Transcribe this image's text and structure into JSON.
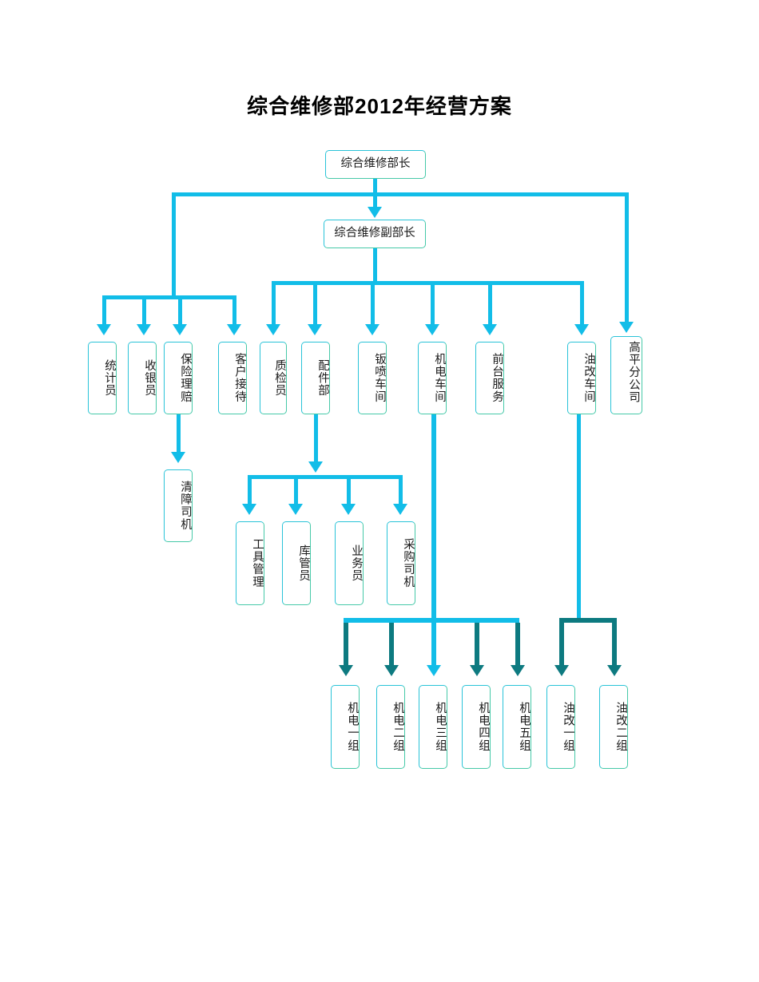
{
  "title": "综合维修部2012年经营方案",
  "colors": {
    "connector_primary": "#12bde8",
    "connector_secondary": "#0d7a80",
    "box_border_left": "#29c3d8",
    "box_border_right": "#46c9a8",
    "text": "#1a1a1a",
    "background": "#ffffff"
  },
  "chart_data": {
    "type": "diagram",
    "diagram_type": "organization-chart",
    "title": "综合维修部2012年经营方案",
    "orientation": "top-down",
    "levels": 4,
    "node_count": 25,
    "nodes": [
      {
        "id": "n1",
        "label": "综合维修部长",
        "level": 0,
        "text_layout": "horizontal"
      },
      {
        "id": "n2",
        "label": "综合维修副部长",
        "level": 1,
        "text_layout": "horizontal"
      },
      {
        "id": "n3",
        "label": "统计员",
        "level": 2,
        "text_layout": "vertical"
      },
      {
        "id": "n4",
        "label": "收银员",
        "level": 2,
        "text_layout": "vertical"
      },
      {
        "id": "n5",
        "label": "保险理赔",
        "level": 2,
        "text_layout": "vertical"
      },
      {
        "id": "n6",
        "label": "客户接待",
        "level": 2,
        "text_layout": "vertical"
      },
      {
        "id": "n7",
        "label": "质检员",
        "level": 2,
        "text_layout": "vertical"
      },
      {
        "id": "n8",
        "label": "配件部",
        "level": 2,
        "text_layout": "vertical"
      },
      {
        "id": "n9",
        "label": "钣喷车间",
        "level": 2,
        "text_layout": "vertical"
      },
      {
        "id": "n10",
        "label": "机电车间",
        "level": 2,
        "text_layout": "vertical"
      },
      {
        "id": "n11",
        "label": "前台服务",
        "level": 2,
        "text_layout": "vertical"
      },
      {
        "id": "n12",
        "label": "油改车间",
        "level": 2,
        "text_layout": "vertical"
      },
      {
        "id": "n13",
        "label": "高平分公司",
        "level": 2,
        "text_layout": "vertical-wrap"
      },
      {
        "id": "n14",
        "label": "清障司机",
        "level": 3,
        "text_layout": "vertical"
      },
      {
        "id": "n15",
        "label": "工具管理",
        "level": 3,
        "text_layout": "vertical"
      },
      {
        "id": "n16",
        "label": "库管员",
        "level": 3,
        "text_layout": "vertical"
      },
      {
        "id": "n17",
        "label": "业务员",
        "level": 3,
        "text_layout": "vertical"
      },
      {
        "id": "n18",
        "label": "采购司机",
        "level": 3,
        "text_layout": "vertical"
      },
      {
        "id": "n19",
        "label": "机电一组",
        "level": 3,
        "text_layout": "vertical"
      },
      {
        "id": "n20",
        "label": "机电二组",
        "level": 3,
        "text_layout": "vertical"
      },
      {
        "id": "n21",
        "label": "机电三组",
        "level": 3,
        "text_layout": "vertical"
      },
      {
        "id": "n22",
        "label": "机电四组",
        "level": 3,
        "text_layout": "vertical"
      },
      {
        "id": "n23",
        "label": "机电五组",
        "level": 3,
        "text_layout": "vertical"
      },
      {
        "id": "n24",
        "label": "油改一组",
        "level": 3,
        "text_layout": "vertical"
      },
      {
        "id": "n25",
        "label": "油改二组",
        "level": 3,
        "text_layout": "vertical"
      }
    ],
    "edges": [
      {
        "from": "n1",
        "to": "n2",
        "color": "#12bde8"
      },
      {
        "from": "n1",
        "to": "n3",
        "color": "#12bde8"
      },
      {
        "from": "n1",
        "to": "n4",
        "color": "#12bde8"
      },
      {
        "from": "n1",
        "to": "n5",
        "color": "#12bde8"
      },
      {
        "from": "n1",
        "to": "n6",
        "color": "#12bde8"
      },
      {
        "from": "n1",
        "to": "n13",
        "color": "#12bde8"
      },
      {
        "from": "n2",
        "to": "n7",
        "color": "#12bde8"
      },
      {
        "from": "n2",
        "to": "n8",
        "color": "#12bde8"
      },
      {
        "from": "n2",
        "to": "n9",
        "color": "#12bde8"
      },
      {
        "from": "n2",
        "to": "n10",
        "color": "#12bde8"
      },
      {
        "from": "n2",
        "to": "n11",
        "color": "#12bde8"
      },
      {
        "from": "n2",
        "to": "n12",
        "color": "#12bde8"
      },
      {
        "from": "n5",
        "to": "n14",
        "color": "#12bde8"
      },
      {
        "from": "n8",
        "to": "n15",
        "color": "#12bde8"
      },
      {
        "from": "n8",
        "to": "n16",
        "color": "#12bde8"
      },
      {
        "from": "n8",
        "to": "n17",
        "color": "#12bde8"
      },
      {
        "from": "n8",
        "to": "n18",
        "color": "#12bde8"
      },
      {
        "from": "n10",
        "to": "n19",
        "color": "#0d7a80"
      },
      {
        "from": "n10",
        "to": "n20",
        "color": "#0d7a80"
      },
      {
        "from": "n10",
        "to": "n21",
        "color": "#12bde8"
      },
      {
        "from": "n10",
        "to": "n22",
        "color": "#0d7a80"
      },
      {
        "from": "n10",
        "to": "n23",
        "color": "#0d7a80"
      },
      {
        "from": "n12",
        "to": "n24",
        "color": "#0d7a80"
      },
      {
        "from": "n12",
        "to": "n25",
        "color": "#0d7a80"
      }
    ]
  }
}
